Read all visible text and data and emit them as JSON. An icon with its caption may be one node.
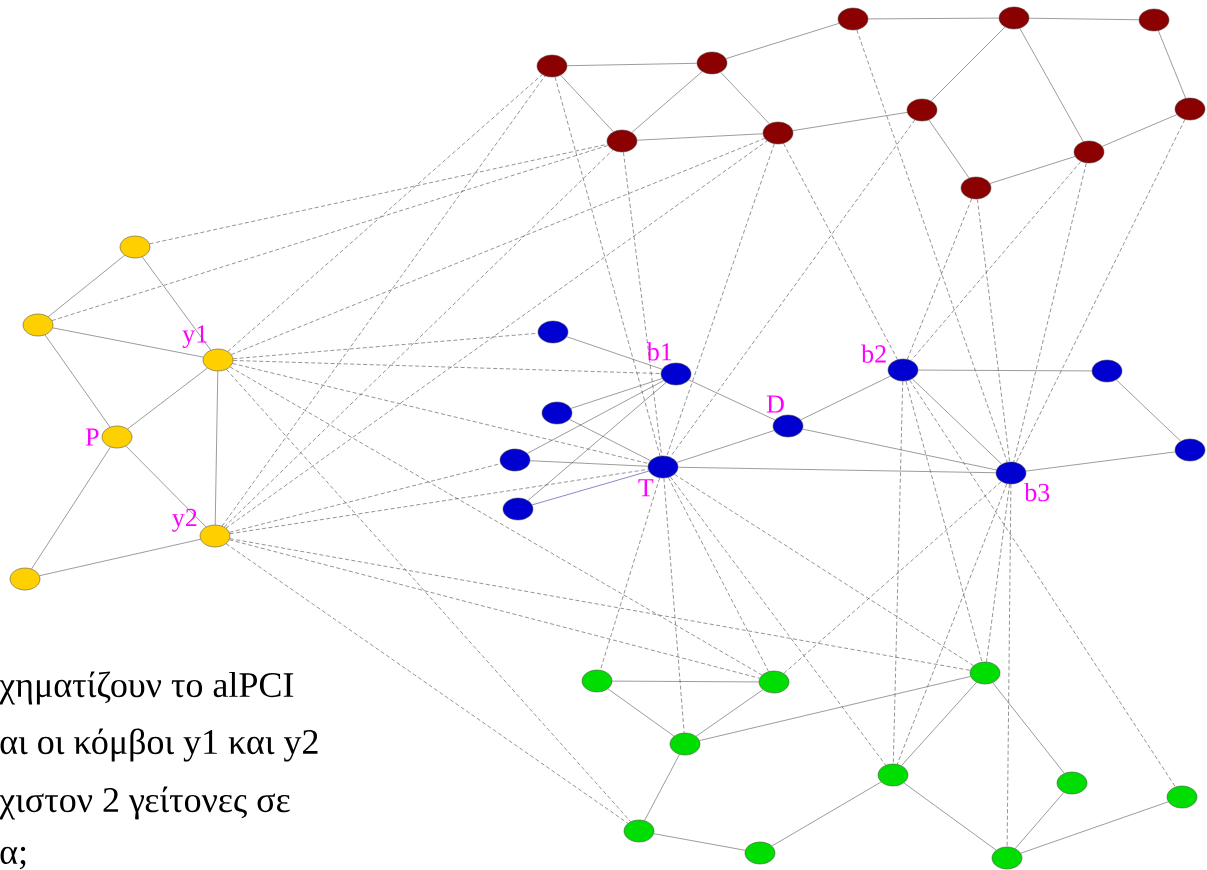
{
  "diagram": {
    "nodes": [
      {
        "text": [],
        "shape": "circle"
      },
      {
        "text": [],
        "shape": "circle"
      },
      {
        "text": [],
        "shape": "circle"
      },
      {
        "text": [],
        "shape": "circle"
      },
      {
        "text": [],
        "shape": "circle"
      },
      {
        "text": [],
        "shape": "circle"
      },
      {
        "text": [],
        "shape": "circle"
      },
      {
        "text": [],
        "shape": "circle"
      },
      {
        "text": [],
        "shape": "circle"
      },
      {
        "text": [],
        "shape": "circle"
      },
      {
        "text": [],
        "shape": "circle"
      },
      {
        "text": [],
        "shape": "circle"
      },
      {
        "text": [],
        "shape": "circle"
      },
      {
        "text": [
          "y1"
        ]
      },
      {
        "text": [
          "P"
        ]
      },
      {
        "text": [
          "y2"
        ]
      },
      {
        "text": [],
        "shape": "circle"
      },
      {
        "text": [],
        "shape": "circle"
      },
      {
        "text": [
          "b1"
        ]
      },
      {
        "text": [],
        "shape": "circle"
      },
      {
        "text": [],
        "shape": "circle"
      },
      {
        "text": [
          "T"
        ]
      },
      {
        "text": [],
        "shape": "circle"
      },
      {
        "text": [
          "D"
        ]
      },
      {
        "text": [
          "b2"
        ]
      },
      {
        "text": [],
        "shape": "circle"
      },
      {
        "text": [
          "b3"
        ]
      },
      {
        "text": [],
        "shape": "circle"
      },
      {
        "text": [],
        "shape": "circle"
      },
      {
        "text": [],
        "shape": "circle"
      },
      {
        "text": [],
        "shape": "circle"
      },
      {
        "text": [],
        "shape": "circle"
      },
      {
        "text": [],
        "shape": "circle"
      },
      {
        "text": [],
        "shape": "circle"
      },
      {
        "text": [],
        "shape": "circle"
      },
      {
        "text": [],
        "shape": "circle"
      },
      {
        "text": [],
        "shape": "circle"
      },
      {
        "text": [],
        "shape": "circle"
      }
    ],
    "edges": [
      {
        "from": 11,
        "to": 5,
        "arrow": "none",
        "style": "dashed"
      },
      {
        "from": 12,
        "to": 5,
        "arrow": "none",
        "style": "dashed"
      },
      {
        "from": 13,
        "to": 0,
        "arrow": "none",
        "style": "dashed"
      },
      {
        "from": 13,
        "to": 6,
        "arrow": "none",
        "style": "dashed"
      },
      {
        "from": 13,
        "to": 17,
        "arrow": "none",
        "style": "dashed"
      },
      {
        "from": 13,
        "to": 18,
        "arrow": "none",
        "style": "dashed"
      },
      {
        "from": 13,
        "to": 21,
        "arrow": "none",
        "style": "dashed"
      },
      {
        "from": 13,
        "to": 29,
        "arrow": "none",
        "style": "dashed"
      },
      {
        "from": 13,
        "to": 35,
        "arrow": "none",
        "style": "dashed"
      },
      {
        "from": 15,
        "to": 0,
        "arrow": "none",
        "style": "dashed"
      },
      {
        "from": 15,
        "to": 5,
        "arrow": "none",
        "style": "dashed"
      },
      {
        "from": 15,
        "to": 6,
        "arrow": "none",
        "style": "dashed"
      },
      {
        "from": 15,
        "to": 20,
        "arrow": "none",
        "style": "dashed"
      },
      {
        "from": 15,
        "to": 21,
        "arrow": "none",
        "style": "dashed"
      },
      {
        "from": 15,
        "to": 29,
        "arrow": "none",
        "style": "dashed"
      },
      {
        "from": 15,
        "to": 31,
        "arrow": "none",
        "style": "dashed"
      },
      {
        "from": 15,
        "to": 35,
        "arrow": "none",
        "style": "dashed"
      },
      {
        "from": 0,
        "to": 21,
        "arrow": "none",
        "style": "dashed"
      },
      {
        "from": 5,
        "to": 21,
        "arrow": "none",
        "style": "dashed"
      },
      {
        "from": 6,
        "to": 21,
        "arrow": "none",
        "style": "dashed"
      },
      {
        "from": 7,
        "to": 21,
        "arrow": "none",
        "style": "dashed"
      },
      {
        "from": 6,
        "to": 24,
        "arrow": "none",
        "style": "dashed"
      },
      {
        "from": 2,
        "to": 26,
        "arrow": "none",
        "style": "dashed"
      },
      {
        "from": 10,
        "to": 24,
        "arrow": "none",
        "style": "dashed"
      },
      {
        "from": 10,
        "to": 26,
        "arrow": "none",
        "style": "dashed"
      },
      {
        "from": 9,
        "to": 24,
        "arrow": "none",
        "style": "dashed"
      },
      {
        "from": 9,
        "to": 26,
        "arrow": "none",
        "style": "dashed"
      },
      {
        "from": 8,
        "to": 26,
        "arrow": "none",
        "style": "dashed"
      },
      {
        "from": 21,
        "to": 28,
        "arrow": "none",
        "style": "dashed"
      },
      {
        "from": 21,
        "to": 29,
        "arrow": "none",
        "style": "dashed"
      },
      {
        "from": 21,
        "to": 30,
        "arrow": "none",
        "style": "dashed"
      },
      {
        "from": 21,
        "to": 31,
        "arrow": "none",
        "style": "dashed"
      },
      {
        "from": 21,
        "to": 32,
        "arrow": "none",
        "style": "dashed"
      },
      {
        "from": 24,
        "to": 31,
        "arrow": "none",
        "style": "dashed"
      },
      {
        "from": 24,
        "to": 32,
        "arrow": "none",
        "style": "dashed"
      },
      {
        "from": 24,
        "to": 34,
        "arrow": "none",
        "style": "dashed"
      },
      {
        "from": 26,
        "to": 29,
        "arrow": "none",
        "style": "dashed"
      },
      {
        "from": 26,
        "to": 31,
        "arrow": "none",
        "style": "dashed"
      },
      {
        "from": 26,
        "to": 32,
        "arrow": "none",
        "style": "dashed"
      },
      {
        "from": 26,
        "to": 37,
        "arrow": "none",
        "style": "dashed"
      },
      {
        "from": 0,
        "to": 1,
        "arrow": "none"
      },
      {
        "from": 1,
        "to": 2,
        "arrow": "none"
      },
      {
        "from": 2,
        "to": 3,
        "arrow": "none"
      },
      {
        "from": 3,
        "to": 4,
        "arrow": "none"
      },
      {
        "from": 0,
        "to": 5,
        "arrow": "none"
      },
      {
        "from": 1,
        "to": 5,
        "arrow": "none"
      },
      {
        "from": 1,
        "to": 6,
        "arrow": "none"
      },
      {
        "from": 5,
        "to": 6,
        "arrow": "none"
      },
      {
        "from": 6,
        "to": 7,
        "arrow": "none"
      },
      {
        "from": 7,
        "to": 3,
        "arrow": "none"
      },
      {
        "from": 3,
        "to": 9,
        "arrow": "none"
      },
      {
        "from": 4,
        "to": 8,
        "arrow": "none"
      },
      {
        "from": 7,
        "to": 10,
        "arrow": "none"
      },
      {
        "from": 10,
        "to": 9,
        "arrow": "none"
      },
      {
        "from": 9,
        "to": 8,
        "arrow": "none"
      },
      {
        "from": 11,
        "to": 12,
        "arrow": "none"
      },
      {
        "from": 11,
        "to": 13,
        "arrow": "none"
      },
      {
        "from": 12,
        "to": 13,
        "arrow": "none"
      },
      {
        "from": 12,
        "to": 14,
        "arrow": "none"
      },
      {
        "from": 14,
        "to": 13,
        "arrow": "none"
      },
      {
        "from": 13,
        "to": 15,
        "arrow": "none"
      },
      {
        "from": 14,
        "to": 15,
        "arrow": "none"
      },
      {
        "from": 14,
        "to": 16,
        "arrow": "none"
      },
      {
        "from": 16,
        "to": 15,
        "arrow": "none"
      },
      {
        "from": 17,
        "to": 18,
        "arrow": "none"
      },
      {
        "from": 19,
        "to": 18,
        "arrow": "none"
      },
      {
        "from": 20,
        "to": 18,
        "arrow": "none"
      },
      {
        "from": 22,
        "to": 18,
        "arrow": "none"
      },
      {
        "from": 19,
        "to": 21,
        "arrow": "none"
      },
      {
        "from": 20,
        "to": 21,
        "arrow": "none"
      },
      {
        "from": 22,
        "to": 21,
        "arrow": "none",
        "color": "#3a3aa0"
      },
      {
        "from": 18,
        "to": 23,
        "arrow": "none"
      },
      {
        "from": 21,
        "to": 23,
        "arrow": "none"
      },
      {
        "from": 21,
        "to": 26,
        "arrow": "none"
      },
      {
        "from": 23,
        "to": 24,
        "arrow": "none"
      },
      {
        "from": 23,
        "to": 26,
        "arrow": "none"
      },
      {
        "from": 24,
        "to": 25,
        "arrow": "none"
      },
      {
        "from": 24,
        "to": 26,
        "arrow": "none"
      },
      {
        "from": 25,
        "to": 27,
        "arrow": "none"
      },
      {
        "from": 26,
        "to": 27,
        "arrow": "none"
      },
      {
        "from": 28,
        "to": 29,
        "arrow": "none"
      },
      {
        "from": 28,
        "to": 30,
        "arrow": "none"
      },
      {
        "from": 29,
        "to": 30,
        "arrow": "none"
      },
      {
        "from": 30,
        "to": 31,
        "arrow": "none"
      },
      {
        "from": 30,
        "to": 35,
        "arrow": "none"
      },
      {
        "from": 35,
        "to": 36,
        "arrow": "none"
      },
      {
        "from": 36,
        "to": 32,
        "arrow": "none"
      },
      {
        "from": 32,
        "to": 31,
        "arrow": "none"
      },
      {
        "from": 32,
        "to": 37,
        "arrow": "none"
      },
      {
        "from": 31,
        "to": 33,
        "arrow": "none"
      },
      {
        "from": 33,
        "to": 37,
        "arrow": "none"
      },
      {
        "from": 37,
        "to": 34,
        "arrow": "none"
      }
    ],
    "labels": [
      "χηματίζουν το alPCI",
      "αι οι κόμβοι y1 και y2",
      "χιστον 2 γείτονες σε",
      "α;"
    ]
  }
}
